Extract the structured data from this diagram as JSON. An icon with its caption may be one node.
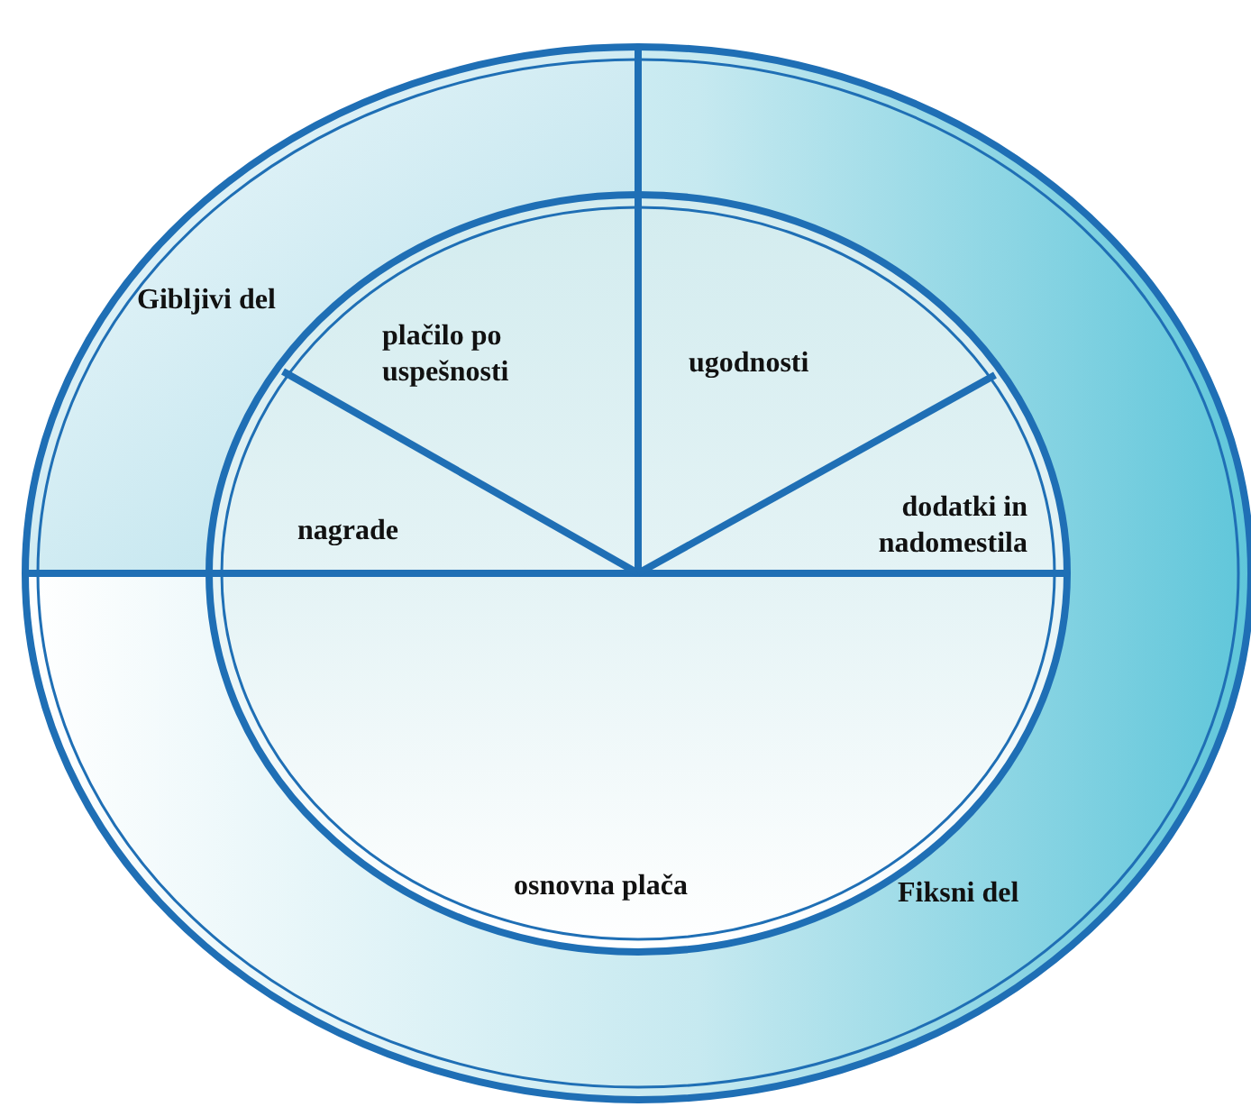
{
  "diagram": {
    "nodes": [
      {
        "text": [
          "Gibljivi del"
        ]
      },
      {
        "text": [
          "plačilo po uspešnosti"
        ]
      },
      {
        "text": [
          "ugodnosti"
        ]
      },
      {
        "text": [
          "nagrade"
        ]
      },
      {
        "text": [
          "dodatki in nadomestila"
        ]
      },
      {
        "text": [
          "osnovna plača"
        ]
      },
      {
        "text": [
          "Fiksni del"
        ]
      }
    ]
  }
}
